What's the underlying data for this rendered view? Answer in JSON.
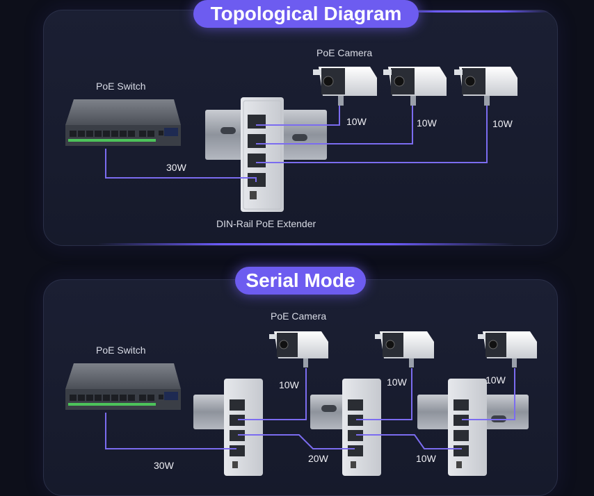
{
  "section1": {
    "title": "Topological Diagram",
    "switch_label": "PoE Switch",
    "camera_label": "PoE Camera",
    "extender_label": "DIN-Rail PoE Extender",
    "input_power": "30W",
    "camera_power": [
      "10W",
      "10W",
      "10W"
    ]
  },
  "section2": {
    "title": "Serial Mode",
    "switch_label": "PoE Switch",
    "camera_label": "PoE Camera",
    "input_power": "30W",
    "camera_power": [
      "10W",
      "10W",
      "10W"
    ],
    "chain_power": [
      "20W",
      "10W"
    ]
  },
  "colors": {
    "accent": "#6d5cf0",
    "cable": "#7b6cf0",
    "panel": "#1b1f33",
    "background": "#0d0f1a"
  }
}
